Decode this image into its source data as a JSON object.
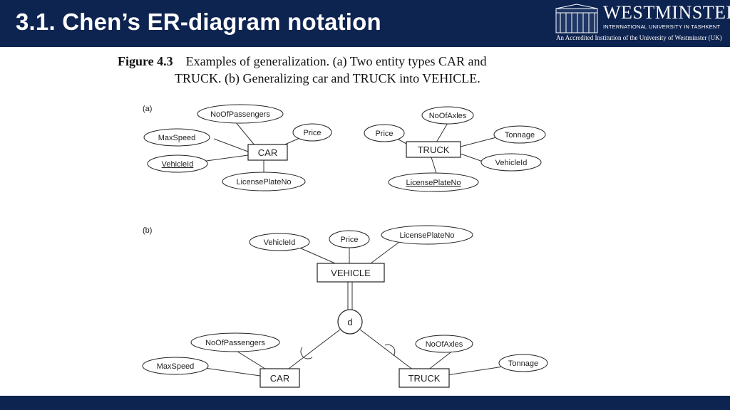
{
  "header": {
    "title": "3.1. Chen’s ER-diagram notation",
    "logo": {
      "name": "WESTMINSTER",
      "line2": "INTERNATIONAL UNIVERSITY IN TASHKENT",
      "line3": "An Accredited Institution of the University of Westminster (UK)"
    }
  },
  "figure": {
    "number": "Figure 4.3",
    "caption_line1": "Examples of generalization. (a) Two entity types CAR and",
    "caption_line2": "TRUCK. (b) Generalizing car and TRUCK into VEHICLE.",
    "panel_a": {
      "label": "(a)",
      "car": {
        "entity": "CAR",
        "attributes": [
          "NoOfPassengers",
          "Price",
          "MaxSpeed",
          "VehicleId",
          "LicensePlateNo"
        ],
        "key_attributes": [
          "VehicleId"
        ]
      },
      "truck": {
        "entity": "TRUCK",
        "attributes": [
          "NoOfAxles",
          "Price",
          "Tonnage",
          "VehicleId",
          "LicensePlateNo"
        ],
        "key_attributes": [
          "LicensePlateNo"
        ]
      }
    },
    "panel_b": {
      "label": "(b)",
      "vehicle": {
        "entity": "VEHICLE",
        "attributes": [
          "VehicleId",
          "Price",
          "LicensePlateNo"
        ]
      },
      "disjoint_symbol": "d",
      "car": {
        "entity": "CAR",
        "attributes": [
          "NoOfPassengers",
          "MaxSpeed"
        ]
      },
      "truck": {
        "entity": "TRUCK",
        "attributes": [
          "NoOfAxles",
          "Tonnage"
        ]
      }
    }
  },
  "colors": {
    "header_bg": "#0d2350",
    "footer_bg": "#0d2350",
    "line": "#333333"
  }
}
